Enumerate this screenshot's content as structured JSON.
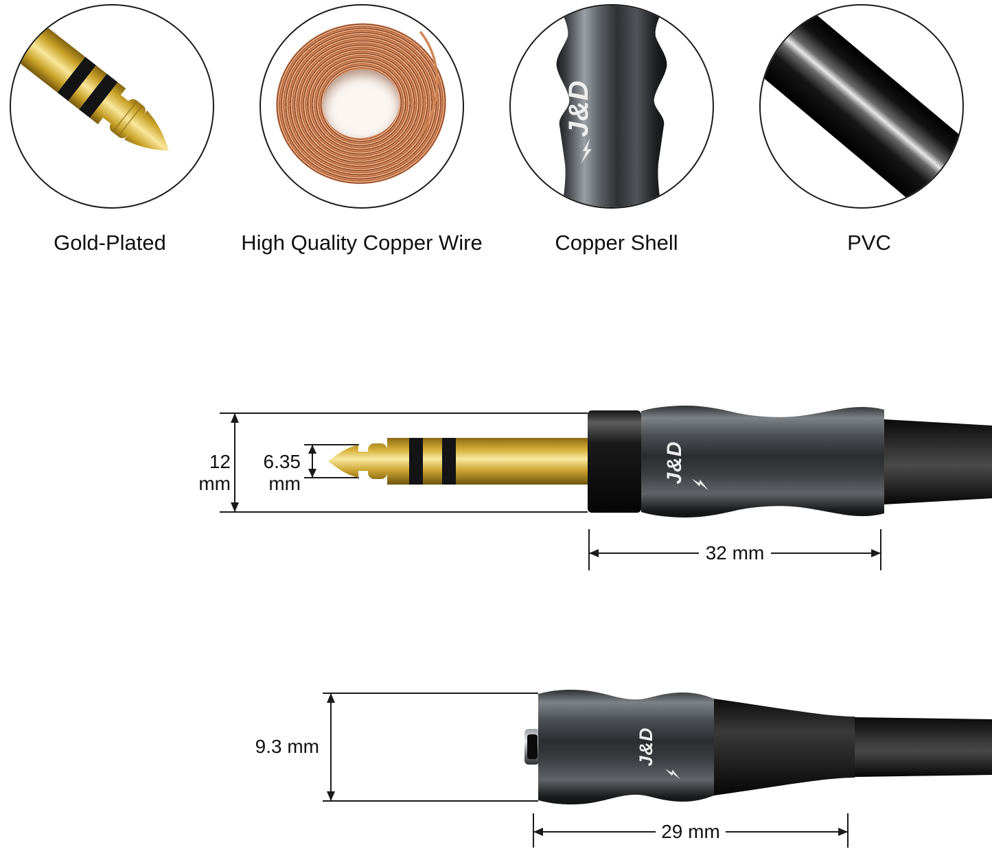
{
  "brand": {
    "logo": "J&D"
  },
  "features": [
    {
      "label": "Gold-Plated",
      "icon": "gold-plug-photo"
    },
    {
      "label": "High Quality Copper Wire",
      "icon": "copper-coil-photo"
    },
    {
      "label": "Copper Shell",
      "icon": "copper-shell-photo"
    },
    {
      "label": "PVC",
      "icon": "pvc-cable-photo"
    }
  ],
  "plug_diagram": {
    "diameter": "12 mm",
    "tip_diameter": "6.35 mm",
    "body_length": "32 mm"
  },
  "jack_diagram": {
    "diameter": "9.3 mm",
    "body_length": "29 mm"
  },
  "colors": {
    "gold": "#d4af37",
    "copper": "#c87f5a",
    "gunmetal": "#4a4e52",
    "cable_black": "#0a0a0a"
  }
}
